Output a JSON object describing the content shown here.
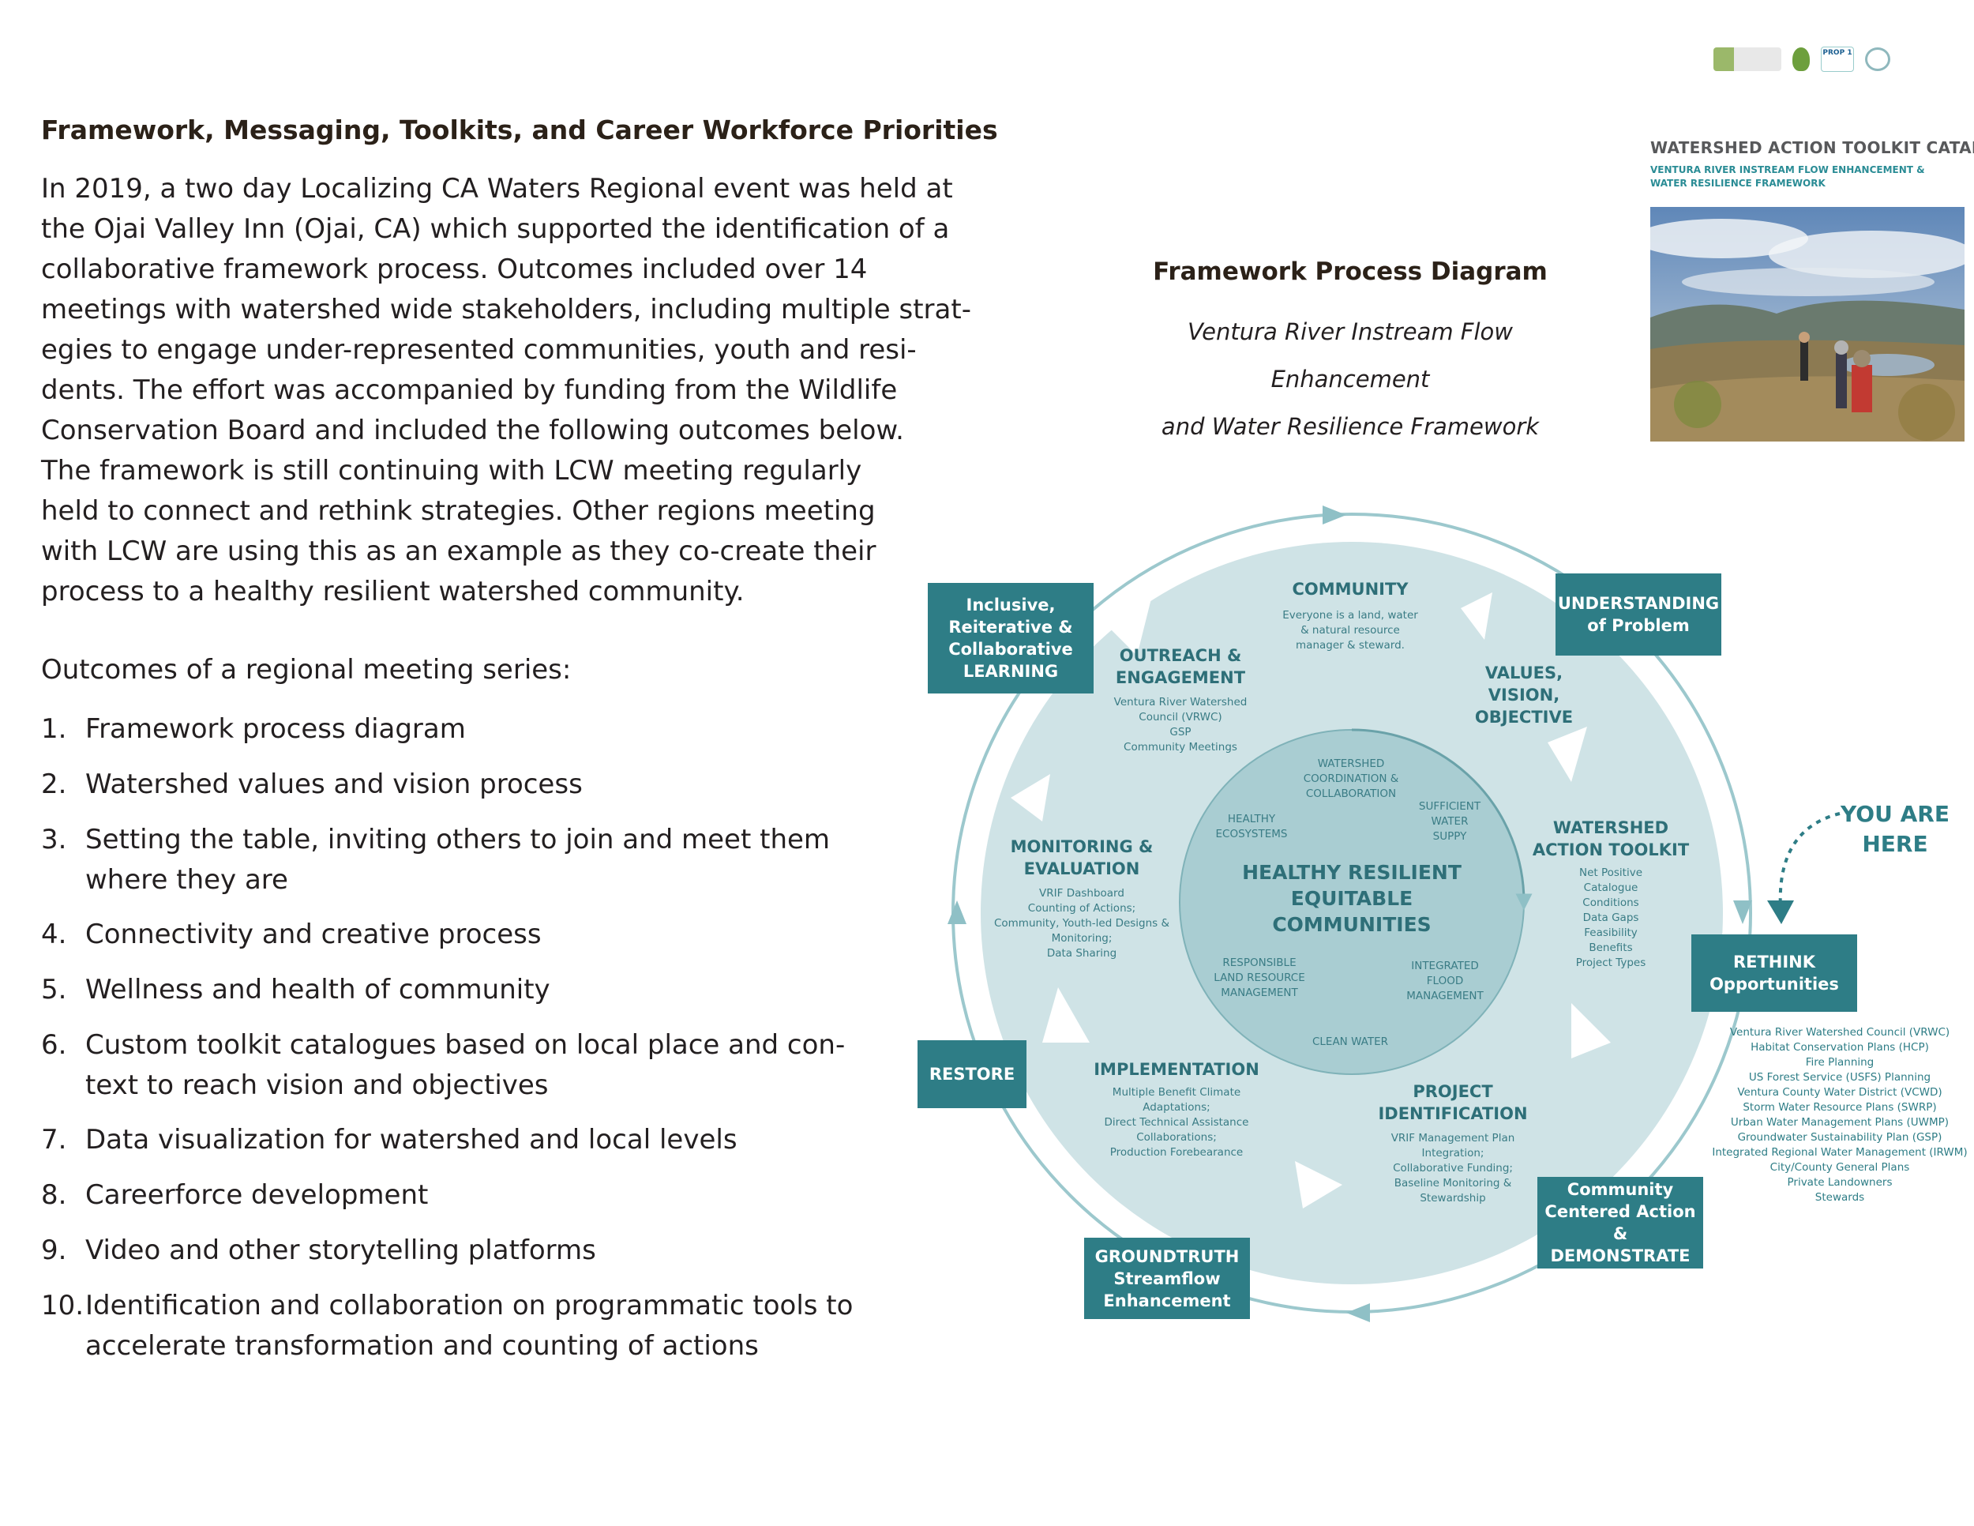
{
  "header": {
    "heading": "Framework, Messaging, Toolkits, and Career Workforce Priorities",
    "catalog_title": "WATERSHED ACTION TOOLKIT CATALOG",
    "catalog_sub_1": "VENTURA RIVER INSTREAM FLOW ENHANCEMENT &",
    "catalog_sub_2": "WATER RESILIENCE FRAMEWORK",
    "logo_text": "PROP 1"
  },
  "intro": {
    "lines": [
      "In 2019, a two day Localizing CA Waters Regional event was held at",
      "the Ojai Valley Inn (Ojai, CA) which supported the identification of a",
      "collaborative framework process.  Outcomes included over 14",
      "meetings with watershed wide stakeholders, including multiple strat-",
      "egies to engage under-represented communities, youth and resi-",
      "dents.  The effort was accompanied by funding from the Wildlife",
      "Conservation Board and included the following outcomes below.",
      "The framework is still continuing with LCW meeting regularly",
      "held to connect and rethink strategies.  Other regions meeting",
      "with LCW are using this as an example as they co-create their",
      "process to a healthy resilient watershed community."
    ]
  },
  "outcomes": {
    "title": "Outcomes of a regional meeting series:",
    "items": [
      {
        "num": "1.",
        "lines": [
          "Framework process diagram"
        ]
      },
      {
        "num": "2.",
        "lines": [
          "Watershed values and vision process"
        ]
      },
      {
        "num": "3.",
        "lines": [
          "Setting the table, inviting others to join and meet them",
          "where they are"
        ]
      },
      {
        "num": "4.",
        "lines": [
          "Connectivity and creative process"
        ]
      },
      {
        "num": "5.",
        "lines": [
          "Wellness and health of community"
        ]
      },
      {
        "num": "6.",
        "lines": [
          "Custom toolkit catalogues based on local place and con-",
          "text to reach vision and objectives"
        ]
      },
      {
        "num": "7.",
        "lines": [
          "Data visualization for watershed and local levels"
        ]
      },
      {
        "num": "8.",
        "lines": [
          "Careerforce development"
        ]
      },
      {
        "num": "9.",
        "lines": [
          "Video and other storytelling platforms"
        ]
      },
      {
        "num": "10.",
        "lines": [
          "Identification and collaboration on programmatic tools to",
          "accelerate transformation and counting of actions"
        ]
      }
    ]
  },
  "diagram": {
    "title": "Framework Process Diagram",
    "subtitle_1": "Ventura River Instream Flow Enhancement",
    "subtitle_2": "and Water Resilience Framework",
    "center": [
      "HEALTHY RESILIENT",
      "EQUITABLE",
      "COMMUNITIES"
    ],
    "inner": {
      "coordination": [
        "WATERSHED",
        "COORDINATION &",
        "COLLABORATION"
      ],
      "ecosystems": [
        "HEALTHY",
        "ECOSYSTEMS"
      ],
      "water_supply": [
        "SUFFICIENT",
        "WATER",
        "SUPPY"
      ],
      "land": [
        "RESPONSIBLE",
        "LAND RESOURCE",
        "MANAGEMENT"
      ],
      "flood": [
        "INTEGRATED",
        "FLOOD",
        "MANAGEMENT"
      ],
      "clean_water": "CLEAN WATER"
    },
    "community": {
      "title": "COMMUNITY",
      "desc": [
        "Everyone is a land, water",
        "& natural resource",
        "manager & steward."
      ]
    },
    "outreach": {
      "title": [
        "OUTREACH &",
        "ENGAGEMENT"
      ],
      "desc": [
        "Ventura River Watershed",
        "Council (VRWC)",
        "GSP",
        "Community Meetings"
      ]
    },
    "values": {
      "title": [
        "VALUES,",
        "VISION,",
        "OBJECTIVE"
      ]
    },
    "toolkit": {
      "title": [
        "WATERSHED",
        "ACTION TOOLKIT"
      ],
      "desc": [
        "Net Positive",
        "Catalogue",
        "Conditions",
        "Data Gaps",
        "Feasibility",
        "Benefits",
        "Project Types"
      ]
    },
    "monitoring": {
      "title": [
        "MONITORING &",
        "EVALUATION"
      ],
      "desc": [
        "VRIF Dashboard",
        "Counting of Actions;",
        "Community, Youth-led Designs &",
        "Monitoring;",
        "Data Sharing"
      ]
    },
    "implementation": {
      "title": "IMPLEMENTATION",
      "desc": [
        "Multiple Benefit Climate",
        "Adaptations;",
        "Direct Technical Assistance",
        "Collaborations;",
        "Production Forebearance"
      ]
    },
    "project": {
      "title": [
        "PROJECT",
        "IDENTIFICATION"
      ],
      "desc": [
        "VRIF Management Plan",
        "Integration;",
        "Collaborative Funding;",
        "Baseline Monitoring &",
        "Stewardship"
      ]
    },
    "boxes": {
      "learning": [
        "Inclusive,",
        "Reiterative &",
        "Collaborative",
        "LEARNING"
      ],
      "understanding": [
        "UNDERSTANDING",
        "of Problem"
      ],
      "rethink": [
        "RETHINK",
        "Opportunities"
      ],
      "restore": [
        "RESTORE"
      ],
      "community_action": [
        "Community",
        "Centered Action &",
        "DEMONSTRATE"
      ],
      "groundtruth": [
        "GROUNDTRUTH",
        "Streamflow",
        "Enhancement"
      ]
    },
    "you_are_here": [
      "YOU ARE",
      "HERE"
    ],
    "rethink_list": [
      "Ventura River Watershed Council (VRWC)",
      "Habitat Conservation Plans (HCP)",
      "Fire Planning",
      "US Forest Service (USFS) Planning",
      "Ventura County Water District (VCWD)",
      "Storm Water Resource Plans (SWRP)",
      "Urban Water Management Plans (UWMP)",
      "Groundwater Sustainability Plan (GSP)",
      "Integrated Regional Water Management (IRWM)",
      "City/County General Plans",
      "Private Landowners",
      "Stewards"
    ]
  },
  "colors": {
    "teal": "#2e7d86",
    "teal_light": "#cfe3e6",
    "heading": "#2b2118"
  }
}
